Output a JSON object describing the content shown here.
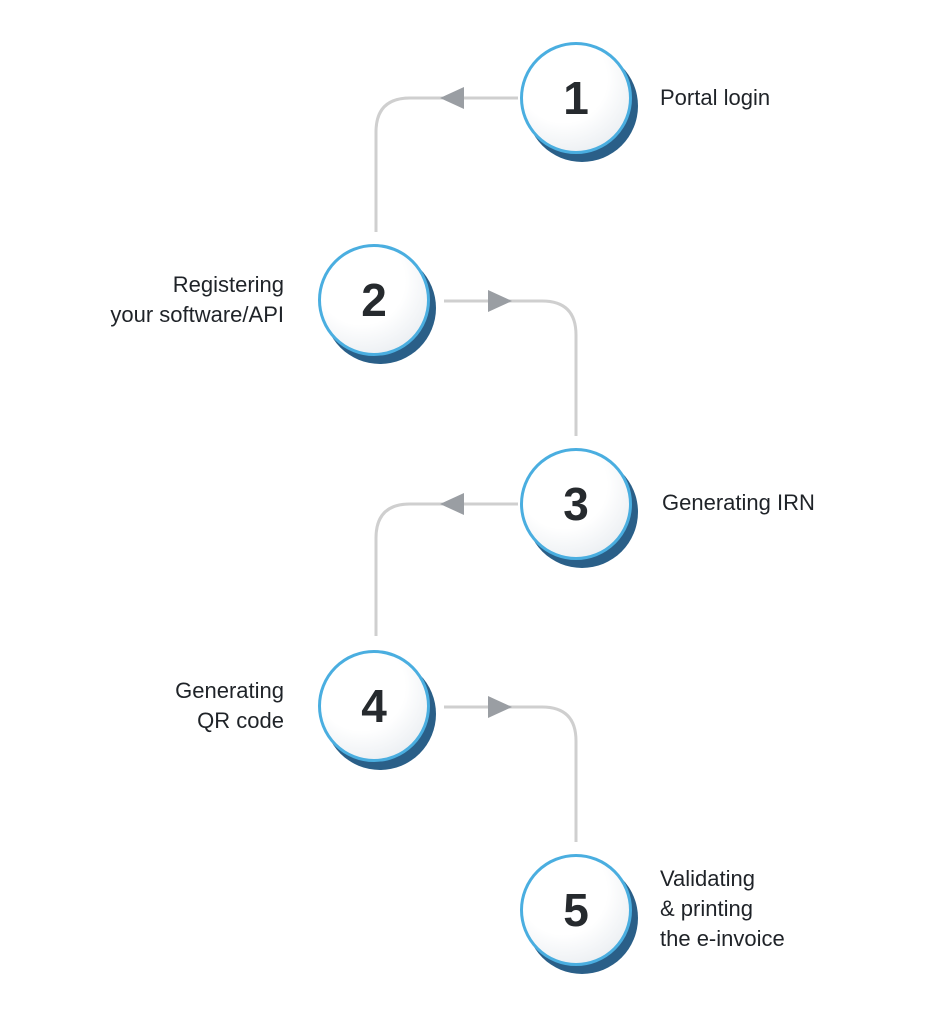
{
  "steps": [
    {
      "number": "1",
      "label_lines": [
        "Portal login"
      ]
    },
    {
      "number": "2",
      "label_lines": [
        "Registering",
        "your software/API"
      ]
    },
    {
      "number": "3",
      "label_lines": [
        "Generating IRN"
      ]
    },
    {
      "number": "4",
      "label_lines": [
        "Generating",
        "QR code"
      ]
    },
    {
      "number": "5",
      "label_lines": [
        "Validating",
        "& printing",
        "the e-invoice"
      ]
    }
  ],
  "colors": {
    "ring": "#4aaee0",
    "shadow": "#2a5f88",
    "connector": "#cfcfcf",
    "arrow": "#9a9ea3",
    "text": "#1f2328"
  }
}
